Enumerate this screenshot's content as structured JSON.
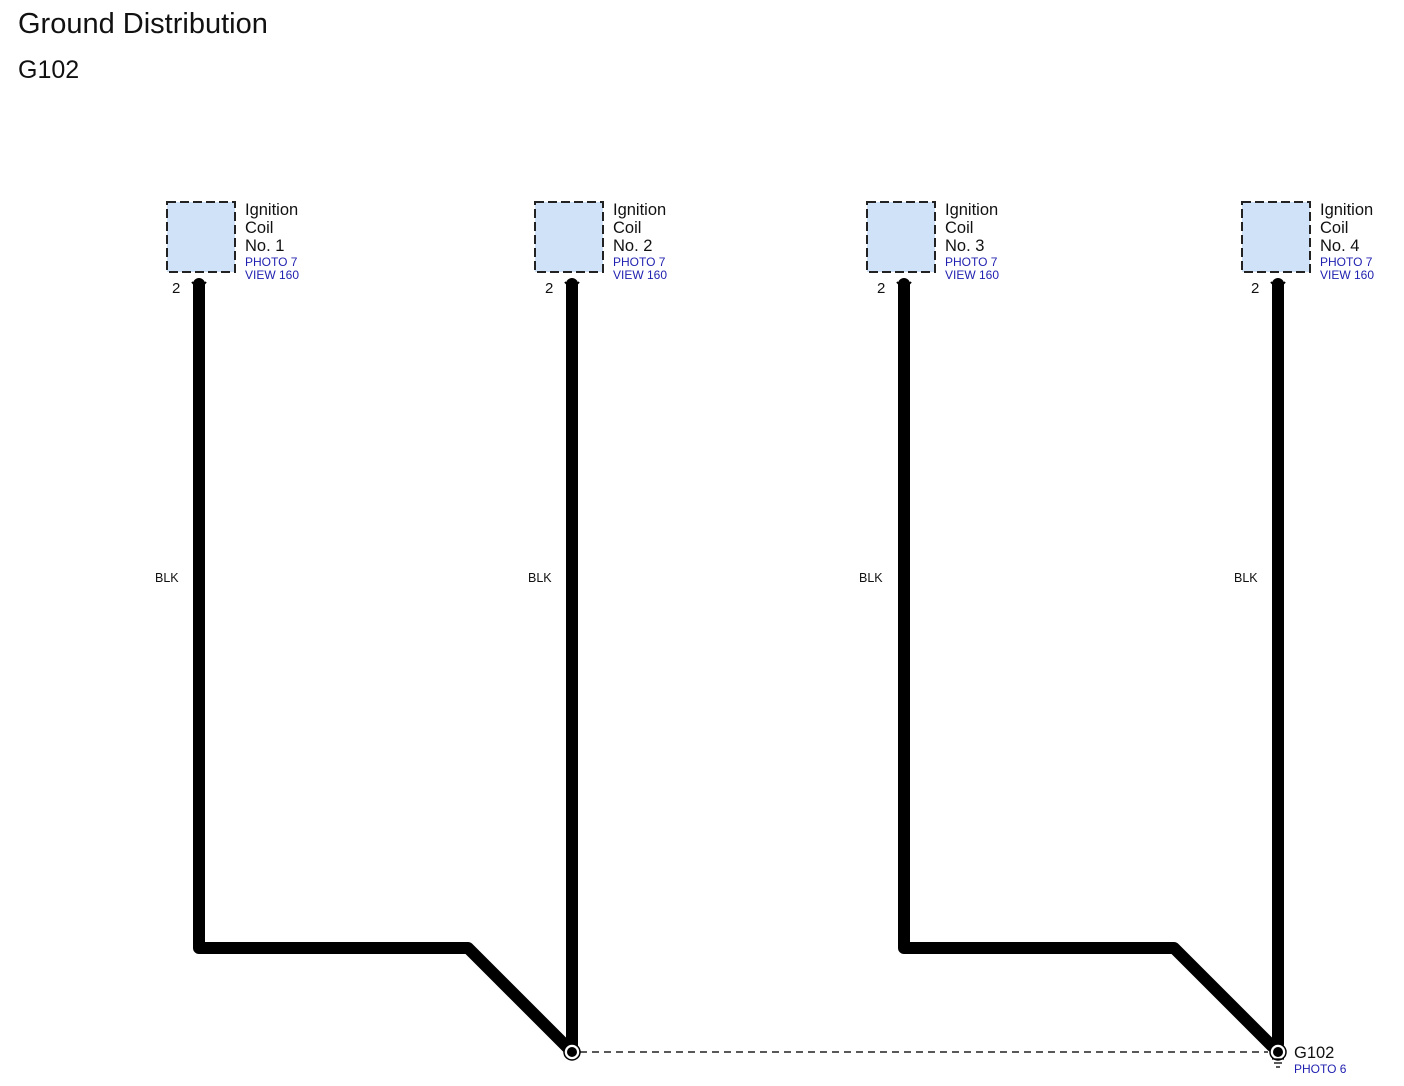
{
  "title": "Ground Distribution",
  "subtitle": "G102",
  "colors": {
    "component_fill": "#cfe2f7",
    "component_border": "#222222",
    "wire": "#000000",
    "reference_text": "#1f1fb0",
    "text": "#111111"
  },
  "components": [
    {
      "name_lines": [
        "Ignition",
        "Coil",
        "No. 1"
      ],
      "photo": "PHOTO 7",
      "view": "VIEW 160",
      "pin": "2",
      "wire_color": "BLK"
    },
    {
      "name_lines": [
        "Ignition",
        "Coil",
        "No. 2"
      ],
      "photo": "PHOTO 7",
      "view": "VIEW 160",
      "pin": "2",
      "wire_color": "BLK"
    },
    {
      "name_lines": [
        "Ignition",
        "Coil",
        "No. 3"
      ],
      "photo": "PHOTO 7",
      "view": "VIEW 160",
      "pin": "2",
      "wire_color": "BLK"
    },
    {
      "name_lines": [
        "Ignition",
        "Coil",
        "No. 4"
      ],
      "photo": "PHOTO 7",
      "view": "VIEW 160",
      "pin": "2",
      "wire_color": "BLK"
    }
  ],
  "ground": {
    "name": "G102",
    "photo": "PHOTO 6",
    "icon": "ground-symbol-icon"
  },
  "connections": [
    {
      "from": "Ignition Coil No. 1",
      "to": "splice-1"
    },
    {
      "from": "Ignition Coil No. 2",
      "to": "splice-1"
    },
    {
      "from": "Ignition Coil No. 3",
      "to": "G102"
    },
    {
      "from": "Ignition Coil No. 4",
      "to": "G102"
    },
    {
      "from": "splice-1",
      "to": "G102",
      "style": "dashed"
    }
  ]
}
